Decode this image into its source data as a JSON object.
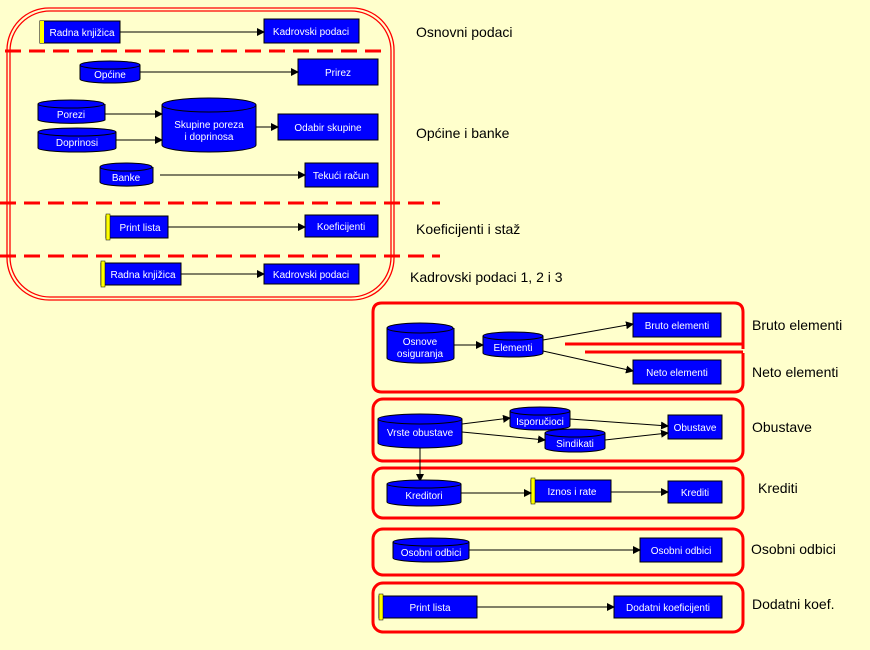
{
  "colors": {
    "background": "#ffffcc",
    "node_fill": "#0000ff",
    "frame": "#ff0000",
    "accent": "#ffff00",
    "arrow": "#000000"
  },
  "sections": {
    "osnovni": "Osnovni podaci",
    "opcine_banke": "Općine i banke",
    "koeficijenti": "Koeficijenti i staž",
    "kadrovski123": "Kadrovski podaci 1, 2 i 3",
    "bruto": "Bruto elementi",
    "neto": "Neto elementi",
    "obustave": "Obustave",
    "krediti": "Krediti",
    "osobni": "Osobni odbici",
    "dodatni": "Dodatni koef."
  },
  "nodes": {
    "radna1": "Radna knjižica",
    "kadrovski1": "Kadrovski podaci",
    "opcine": "Općine",
    "prirez": "Prirez",
    "porezi": "Porezi",
    "doprinosi": "Doprinosi",
    "skupine_l1": "Skupine poreza",
    "skupine_l2": "i doprinosa",
    "odabir": "Odabir skupine",
    "banke": "Banke",
    "tekuci": "Tekući račun",
    "print1": "Print lista",
    "koeficijenti": "Koeficijenti",
    "radna2": "Radna knjižica",
    "kadrovski2": "Kadrovski podaci",
    "osnove_l1": "Osnove",
    "osnove_l2": "osiguranja",
    "elementi": "Elementi",
    "bruto_el": "Bruto elementi",
    "neto_el": "Neto elementi",
    "vrste": "Vrste obustave",
    "isporucioci": "Isporučioci",
    "sindikati": "Sindikati",
    "obustave": "Obustave",
    "kreditori": "Kreditori",
    "iznos": "Iznos i rate",
    "krediti": "Krediti",
    "osobni_odbici_db": "Osobni odbici",
    "osobni_odbici_box": "Osobni odbici",
    "print2": "Print lista",
    "dodatni": "Dodatni koeficijenti"
  }
}
